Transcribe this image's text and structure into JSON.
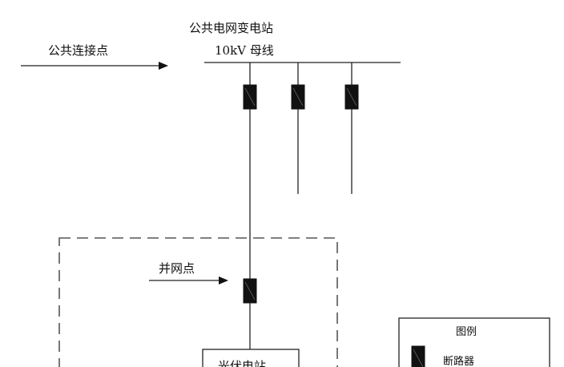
{
  "diagram": {
    "substation_title": "公共电网变电站",
    "bus_label": "10kV 母线",
    "pcc_label": "公共连接点",
    "grid_point_label": "并网点",
    "pv_station_label": "光伏电站"
  },
  "legend": {
    "title": "图例",
    "breaker_label": "断路器"
  }
}
